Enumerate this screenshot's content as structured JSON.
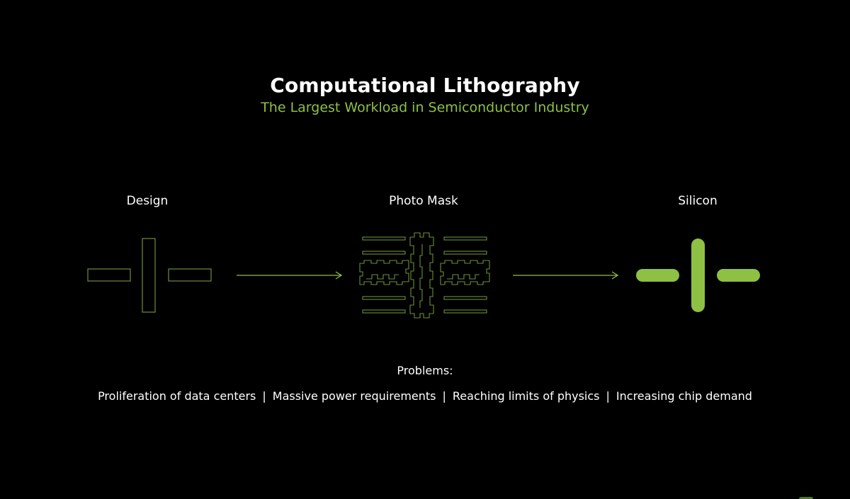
{
  "title": "Computational Lithography",
  "subtitle": "The Largest Workload in Semiconductor Industry",
  "stages": [
    {
      "label": "Design"
    },
    {
      "label": "Photo Mask"
    },
    {
      "label": "Silicon"
    }
  ],
  "problems": {
    "heading": "Problems:",
    "items": [
      "Proliferation of data centers",
      "Massive power requirements",
      "Reaching limits of physics",
      "Increasing chip demand"
    ],
    "separator": "|"
  },
  "colors": {
    "background": "#000000",
    "accent_green": "#8ec044",
    "outline_green": "#6d8f38",
    "text": "#ffffff"
  },
  "icons": [
    "design-pattern-icon",
    "photo-mask-pattern-icon",
    "silicon-pattern-icon",
    "arrow-right-icon"
  ]
}
